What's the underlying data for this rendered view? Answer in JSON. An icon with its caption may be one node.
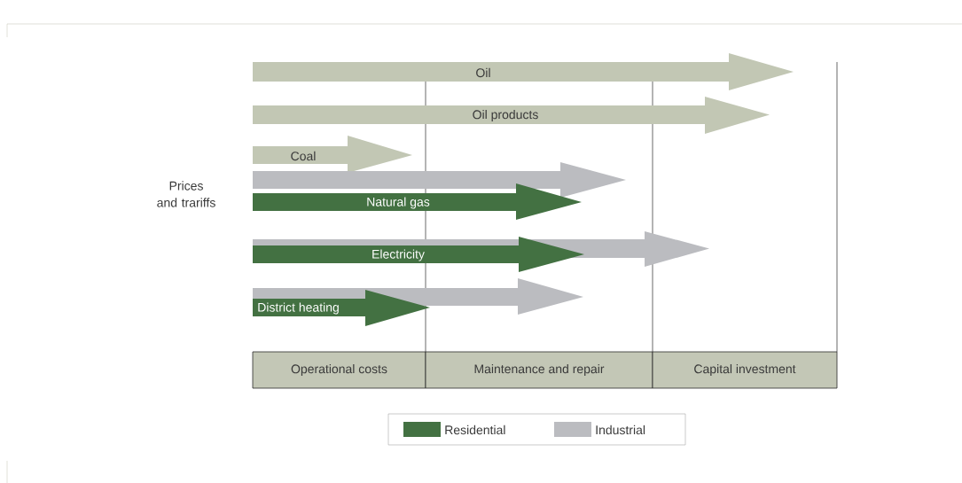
{
  "diagram": {
    "nodes": [
      {
        "text": [
          "Oil"
        ]
      },
      {
        "text": [
          "Oil products"
        ]
      },
      {
        "text": [
          "Coal"
        ]
      },
      {
        "text": [],
        "shape": "arrow"
      },
      {
        "text": [
          "Natural gas"
        ]
      },
      {
        "text": [],
        "shape": "arrow"
      },
      {
        "text": [
          "Electricity"
        ]
      },
      {
        "text": [],
        "shape": "arrow"
      },
      {
        "text": [
          "District heating"
        ]
      },
      {
        "text": [
          "Operational costs"
        ]
      },
      {
        "text": [
          "Maintenance and repair"
        ]
      },
      {
        "text": [
          "Capital investment"
        ]
      }
    ],
    "labels": [
      "Prices and trariffs"
    ],
    "legend": [
      {
        "text": "Residential",
        "color": "#437142"
      },
      {
        "text": "Industrial",
        "color": "#bbbcc0"
      }
    ]
  }
}
